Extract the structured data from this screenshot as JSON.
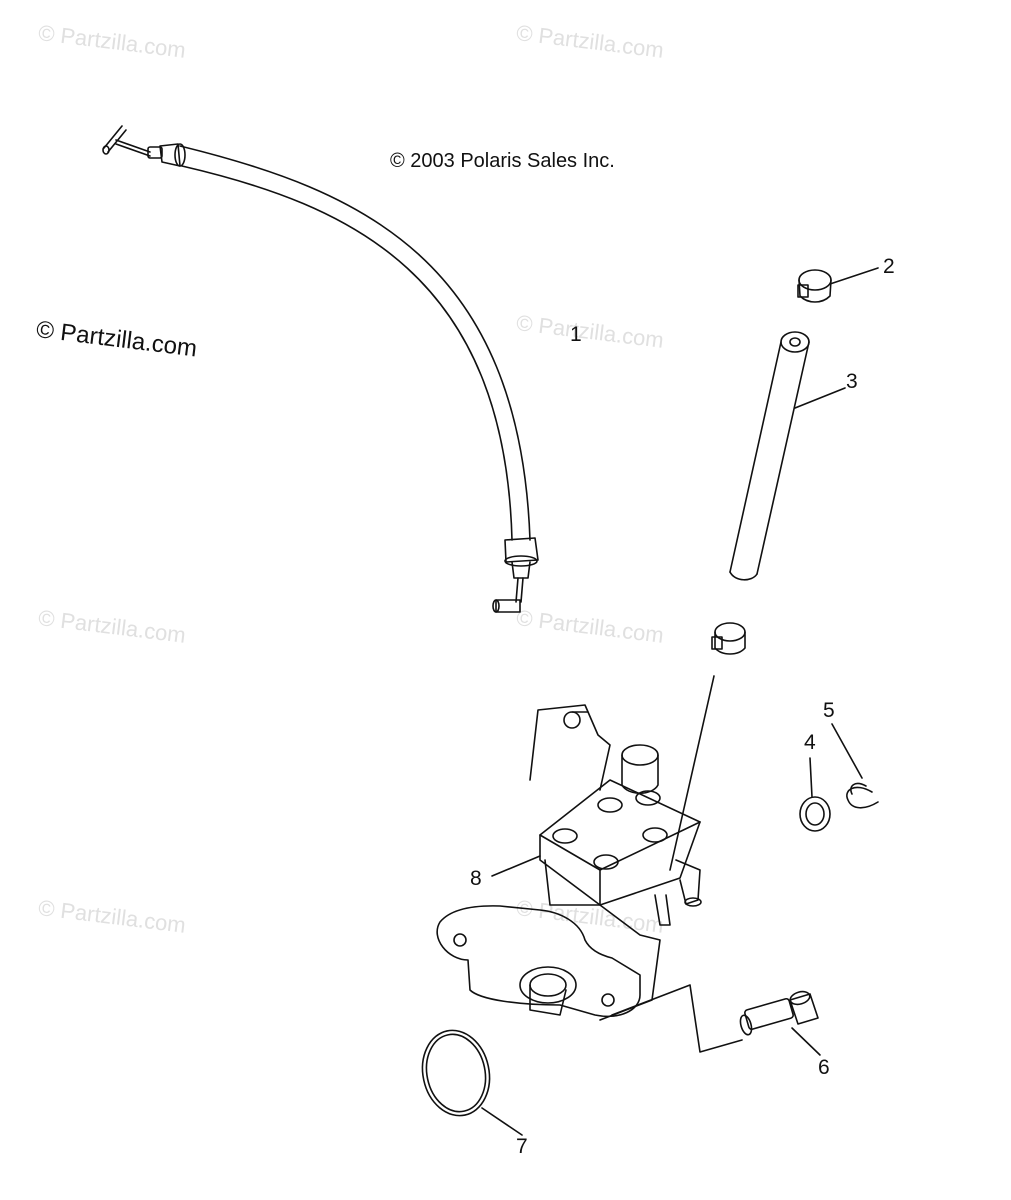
{
  "copyright": "© 2003 Polaris Sales Inc.",
  "watermark": "© Partzilla.com",
  "callouts": [
    "1",
    "2",
    "3",
    "4",
    "5",
    "6",
    "7",
    "8"
  ],
  "colors": {
    "ink": "#111111",
    "watermark": "#e0e0e0",
    "background": "#ffffff"
  }
}
